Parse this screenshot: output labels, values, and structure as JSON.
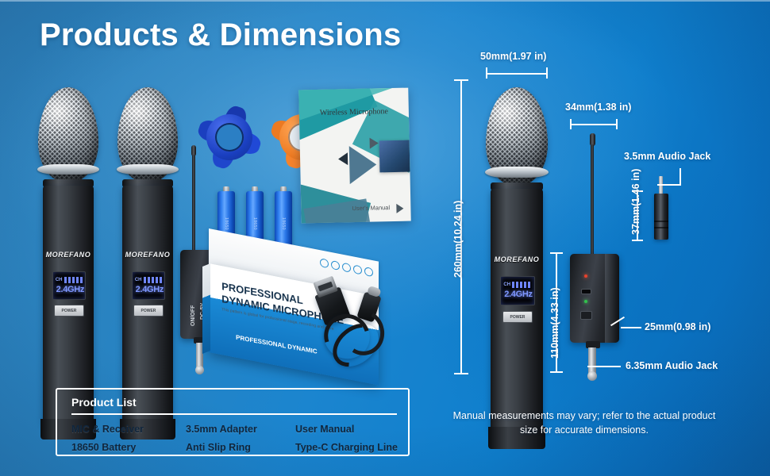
{
  "page": {
    "title": "Products & Dimensions",
    "background_start": "#2e7fb8",
    "background_end": "#0b63ab"
  },
  "product_list": {
    "heading": "Product List",
    "items": [
      "MIC & Receiver",
      "3.5mm Adapter",
      "User Manual",
      "18650 Battery",
      "Anti Slip Ring",
      "Type-C Charging Line"
    ]
  },
  "disclaimer": "Manual measurements may vary; refer to the actual product size for accurate dimensions.",
  "dimensions": {
    "mic_width": "50mm(1.97 in)",
    "mic_height": "260mm(10.24 in)",
    "receiver_width": "34mm(1.38 in)",
    "receiver_height": "110mm(4.33 in)",
    "receiver_depth": "25mm(0.98 in)",
    "adapter_height": "37mm(1.46 in)",
    "adapter_jack": "3.5mm Audio Jack",
    "receiver_jack": "6.35mm Audio Jack"
  },
  "products": {
    "mic_brand": "MOREFANO",
    "mic_lcd_channel": "CH",
    "mic_lcd_freq": "2.4GHz",
    "mic_power_label": "POWER",
    "receiver_label_power": "ON/OFF",
    "receiver_label_dc": "DC-5V",
    "manual_title": "Wireless Microphone",
    "manual_footer": "User's Manual",
    "package_line1": "PROFESSIONAL",
    "package_line2": "DYNAMIC MICROPHONE",
    "package_sub": "This pattern is global for professional stage, recording and more",
    "package_side": "PROFESSIONAL DYNAMIC",
    "battery_text": "18650"
  },
  "colors": {
    "ring_blue": "#1a46c8",
    "ring_orange": "#f2812a",
    "led_red": "#e03a2a",
    "led_green": "#2fc04a",
    "accent_white": "#ffffff",
    "list_text": "#10263d"
  }
}
